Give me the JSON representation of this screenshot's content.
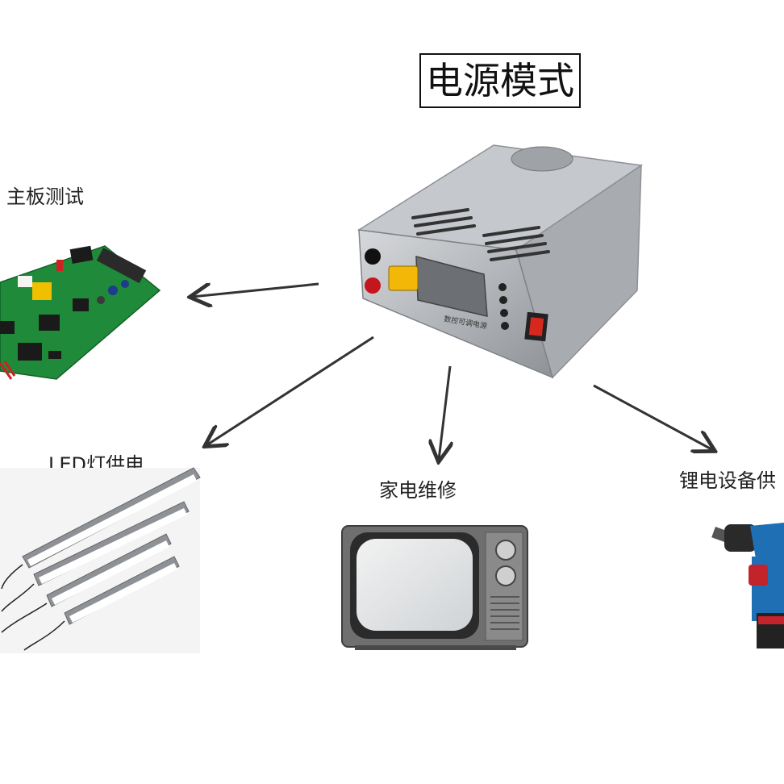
{
  "title": "电源模式",
  "labels": {
    "motherboard": "主板测试",
    "led": "LED灯供电",
    "appliance": "家电维修",
    "lithium": "锂电设备供"
  },
  "psu": {
    "front_text": "数控可调电源"
  },
  "colors": {
    "arrow": "#333333",
    "pcb": "#1f8a3a",
    "metal": "#b9bcc0",
    "tv_body": "#6f6f6f",
    "drill_blue": "#1f6fb5",
    "drill_red": "#c3232b"
  }
}
